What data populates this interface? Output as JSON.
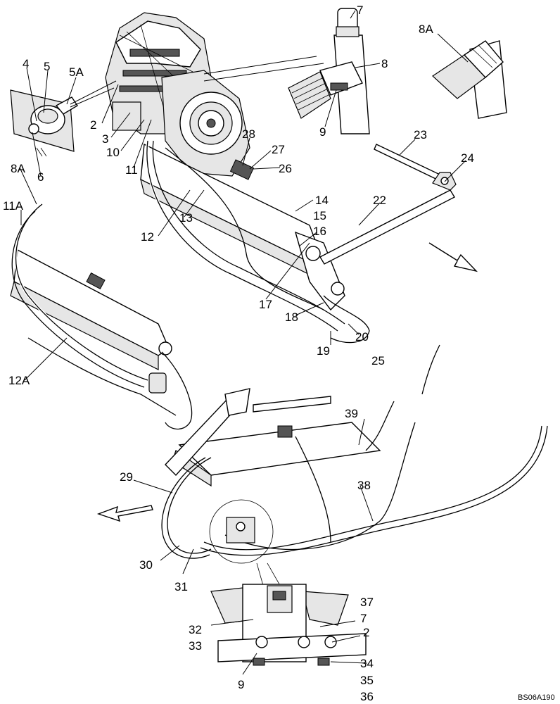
{
  "diagram": {
    "drawing_code": "BS06A190",
    "callouts": [
      "4",
      "5",
      "5A",
      "2",
      "3",
      "10",
      "11",
      "6",
      "8A",
      "11A",
      "12",
      "13",
      "12A",
      "7",
      "8",
      "9",
      "8A",
      "23",
      "24",
      "22",
      "28",
      "27",
      "26",
      "14",
      "15",
      "16",
      "17",
      "18",
      "20",
      "19",
      "25",
      "39",
      "29",
      "38",
      "30",
      "31",
      "37",
      "7",
      "2",
      "32",
      "33",
      "34",
      "35",
      "36",
      "9"
    ]
  }
}
